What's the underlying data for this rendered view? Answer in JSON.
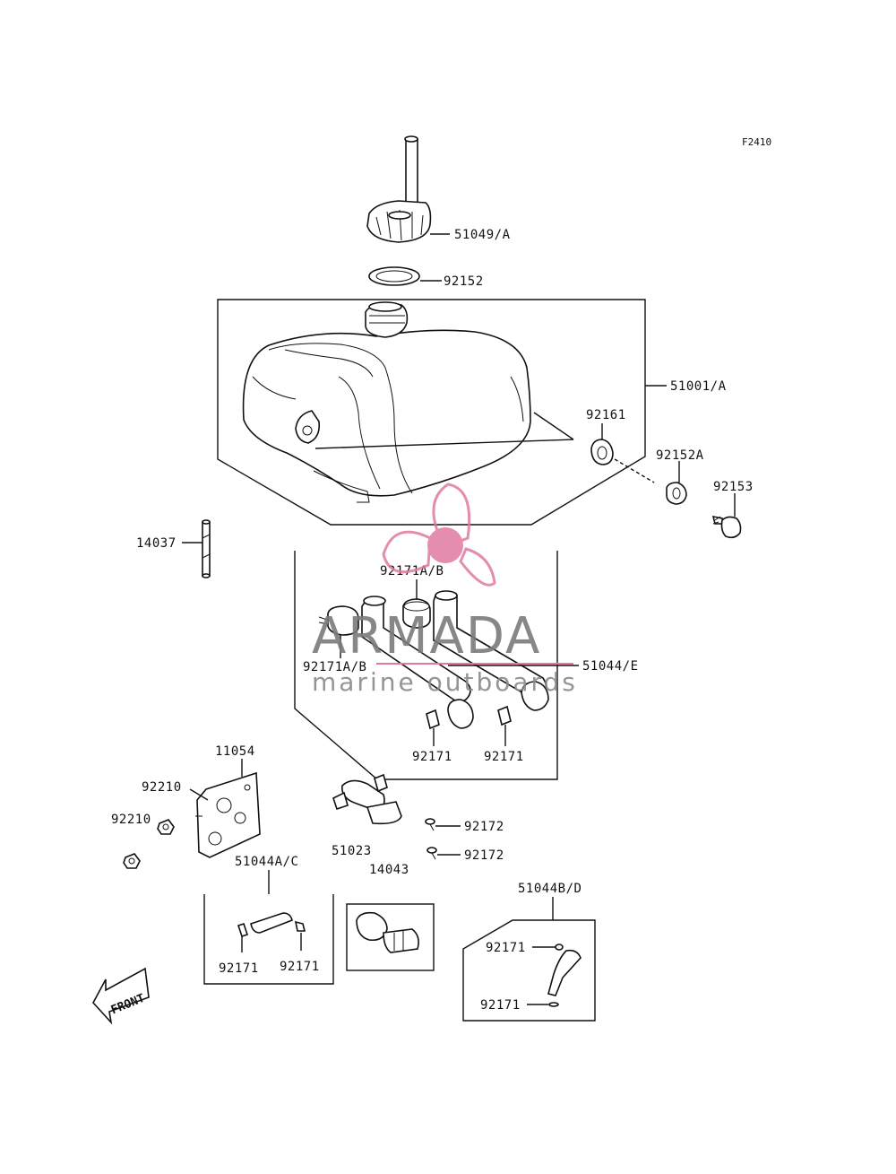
{
  "figure_code": "F2410",
  "watermark": {
    "title": "ARMADA",
    "subtitle": "marine outboards",
    "accent_color": "#e07aa0"
  },
  "front_arrow": {
    "label": "FRONT"
  },
  "callouts": {
    "cap": "51049/A",
    "cap_gasket": "92152",
    "tank": "51001/A",
    "grommet": "92161",
    "washer": "92152A",
    "bolt": "92153",
    "breather": "14037",
    "clamp_upper": "92171A/B",
    "clamp_left": "92171A/B",
    "hose_main": "51044/E",
    "clip_left": "92171",
    "clip_right": "92171",
    "bracket": "11054",
    "nut_upper": "92210",
    "nut_lower": "92210",
    "fuel_cock": "51023",
    "screw_upper": "92172",
    "screw_lower": "92172",
    "filter": "14043",
    "hose_ac": "51044A/C",
    "clip_ac_left": "92171",
    "clip_ac_right": "92171",
    "hose_bd": "51044B/D",
    "clip_bd_upper": "92171",
    "clip_bd_lower": "92171"
  },
  "icons": [
    "propeller-logo-icon",
    "front-arrow-icon"
  ]
}
